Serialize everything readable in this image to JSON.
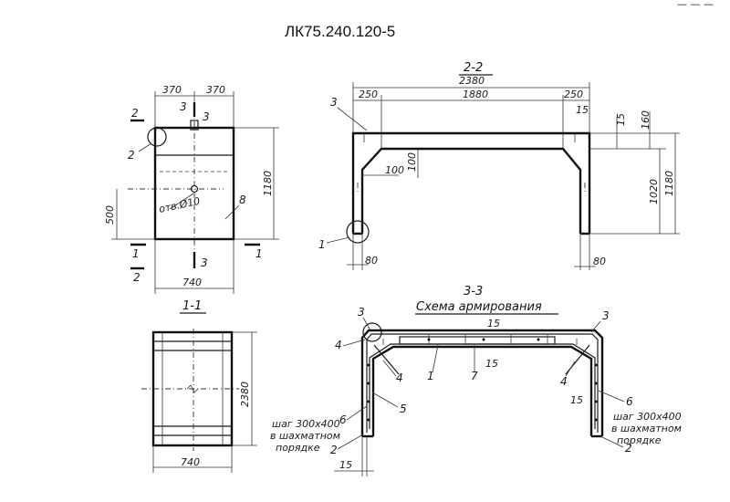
{
  "title": "ЛК75.240.120-5",
  "top_mark": "— — —",
  "view_plan": {
    "dims": {
      "top_left": "370",
      "top_right": "370",
      "height": "1180",
      "side": "500",
      "width": "740"
    },
    "hole_label": "отв.Ø10",
    "labels": {
      "sec2_a": "2",
      "sec2_b": "2",
      "sec3_a": "3",
      "sec3_b": "3",
      "sec1_a": "1",
      "sec1_b": "1",
      "mark2": "2",
      "mark3": "3",
      "mark8": "8"
    }
  },
  "view_22": {
    "header": "2-2",
    "dims": {
      "total": "2380",
      "left": "250",
      "mid": "1880",
      "right": "250",
      "r15a": "15",
      "r15b": "15",
      "r160": "160",
      "h1020": "1020",
      "h1180": "1180",
      "i100a": "100",
      "i100b": "100",
      "b80a": "80",
      "b80b": "80"
    },
    "labels": {
      "mark3": "3",
      "mark1": "1"
    }
  },
  "view_11": {
    "header": "1-1",
    "dims": {
      "height": "2380",
      "width": "740"
    }
  },
  "view_33": {
    "header": "3-3",
    "subheader": "Схема армирования",
    "dims": {
      "d15a": "15",
      "d15b": "15",
      "d15c": "15",
      "d15d": "15"
    },
    "notes": {
      "left": [
        "шаг 300х400",
        "в шахматном",
        "порядке"
      ],
      "right": [
        "шаг 300х400",
        "в шахматном",
        "порядке"
      ]
    },
    "labels": {
      "m3a": "3",
      "m3b": "3",
      "m4a": "4",
      "m4b": "4",
      "m4c": "4",
      "m1": "1",
      "m7": "7",
      "m5": "5",
      "m6a": "6",
      "m6b": "6",
      "m2a": "2",
      "m2b": "2"
    }
  }
}
